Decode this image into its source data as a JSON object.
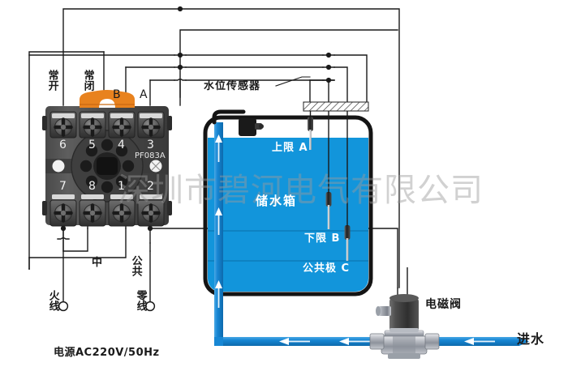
{
  "diagram": {
    "title_watermark": "深圳市碧河电气有限公司",
    "power_caption": "电源AC220V/50Hz",
    "socket": {
      "model": "PF083A",
      "terminals_top": [
        "6",
        "5",
        "4",
        "3"
      ],
      "terminals_bottom": [
        "7",
        "8",
        "1",
        "2"
      ],
      "labels": {
        "normally_open": "常开",
        "normally_closed": "常闭",
        "probe_b": "B",
        "probe_a": "A",
        "middle": "中",
        "common": "公共"
      },
      "jumper_color": "#E8821E"
    },
    "supply": {
      "live": "火线",
      "neutral": "零线"
    },
    "tank": {
      "name": "储水箱",
      "level_high": "上限 A",
      "level_low": "下限 B",
      "level_common": "公共极 C",
      "water_color": "#1295DB",
      "shell_color": "#1a1a1a"
    },
    "sensor": {
      "label": "水位传感器",
      "probe_count": 3
    },
    "valve": {
      "label": "电磁阀"
    },
    "inlet": {
      "label": "进水",
      "pipe_color": "#1787D4",
      "flow_direction": "left"
    }
  }
}
